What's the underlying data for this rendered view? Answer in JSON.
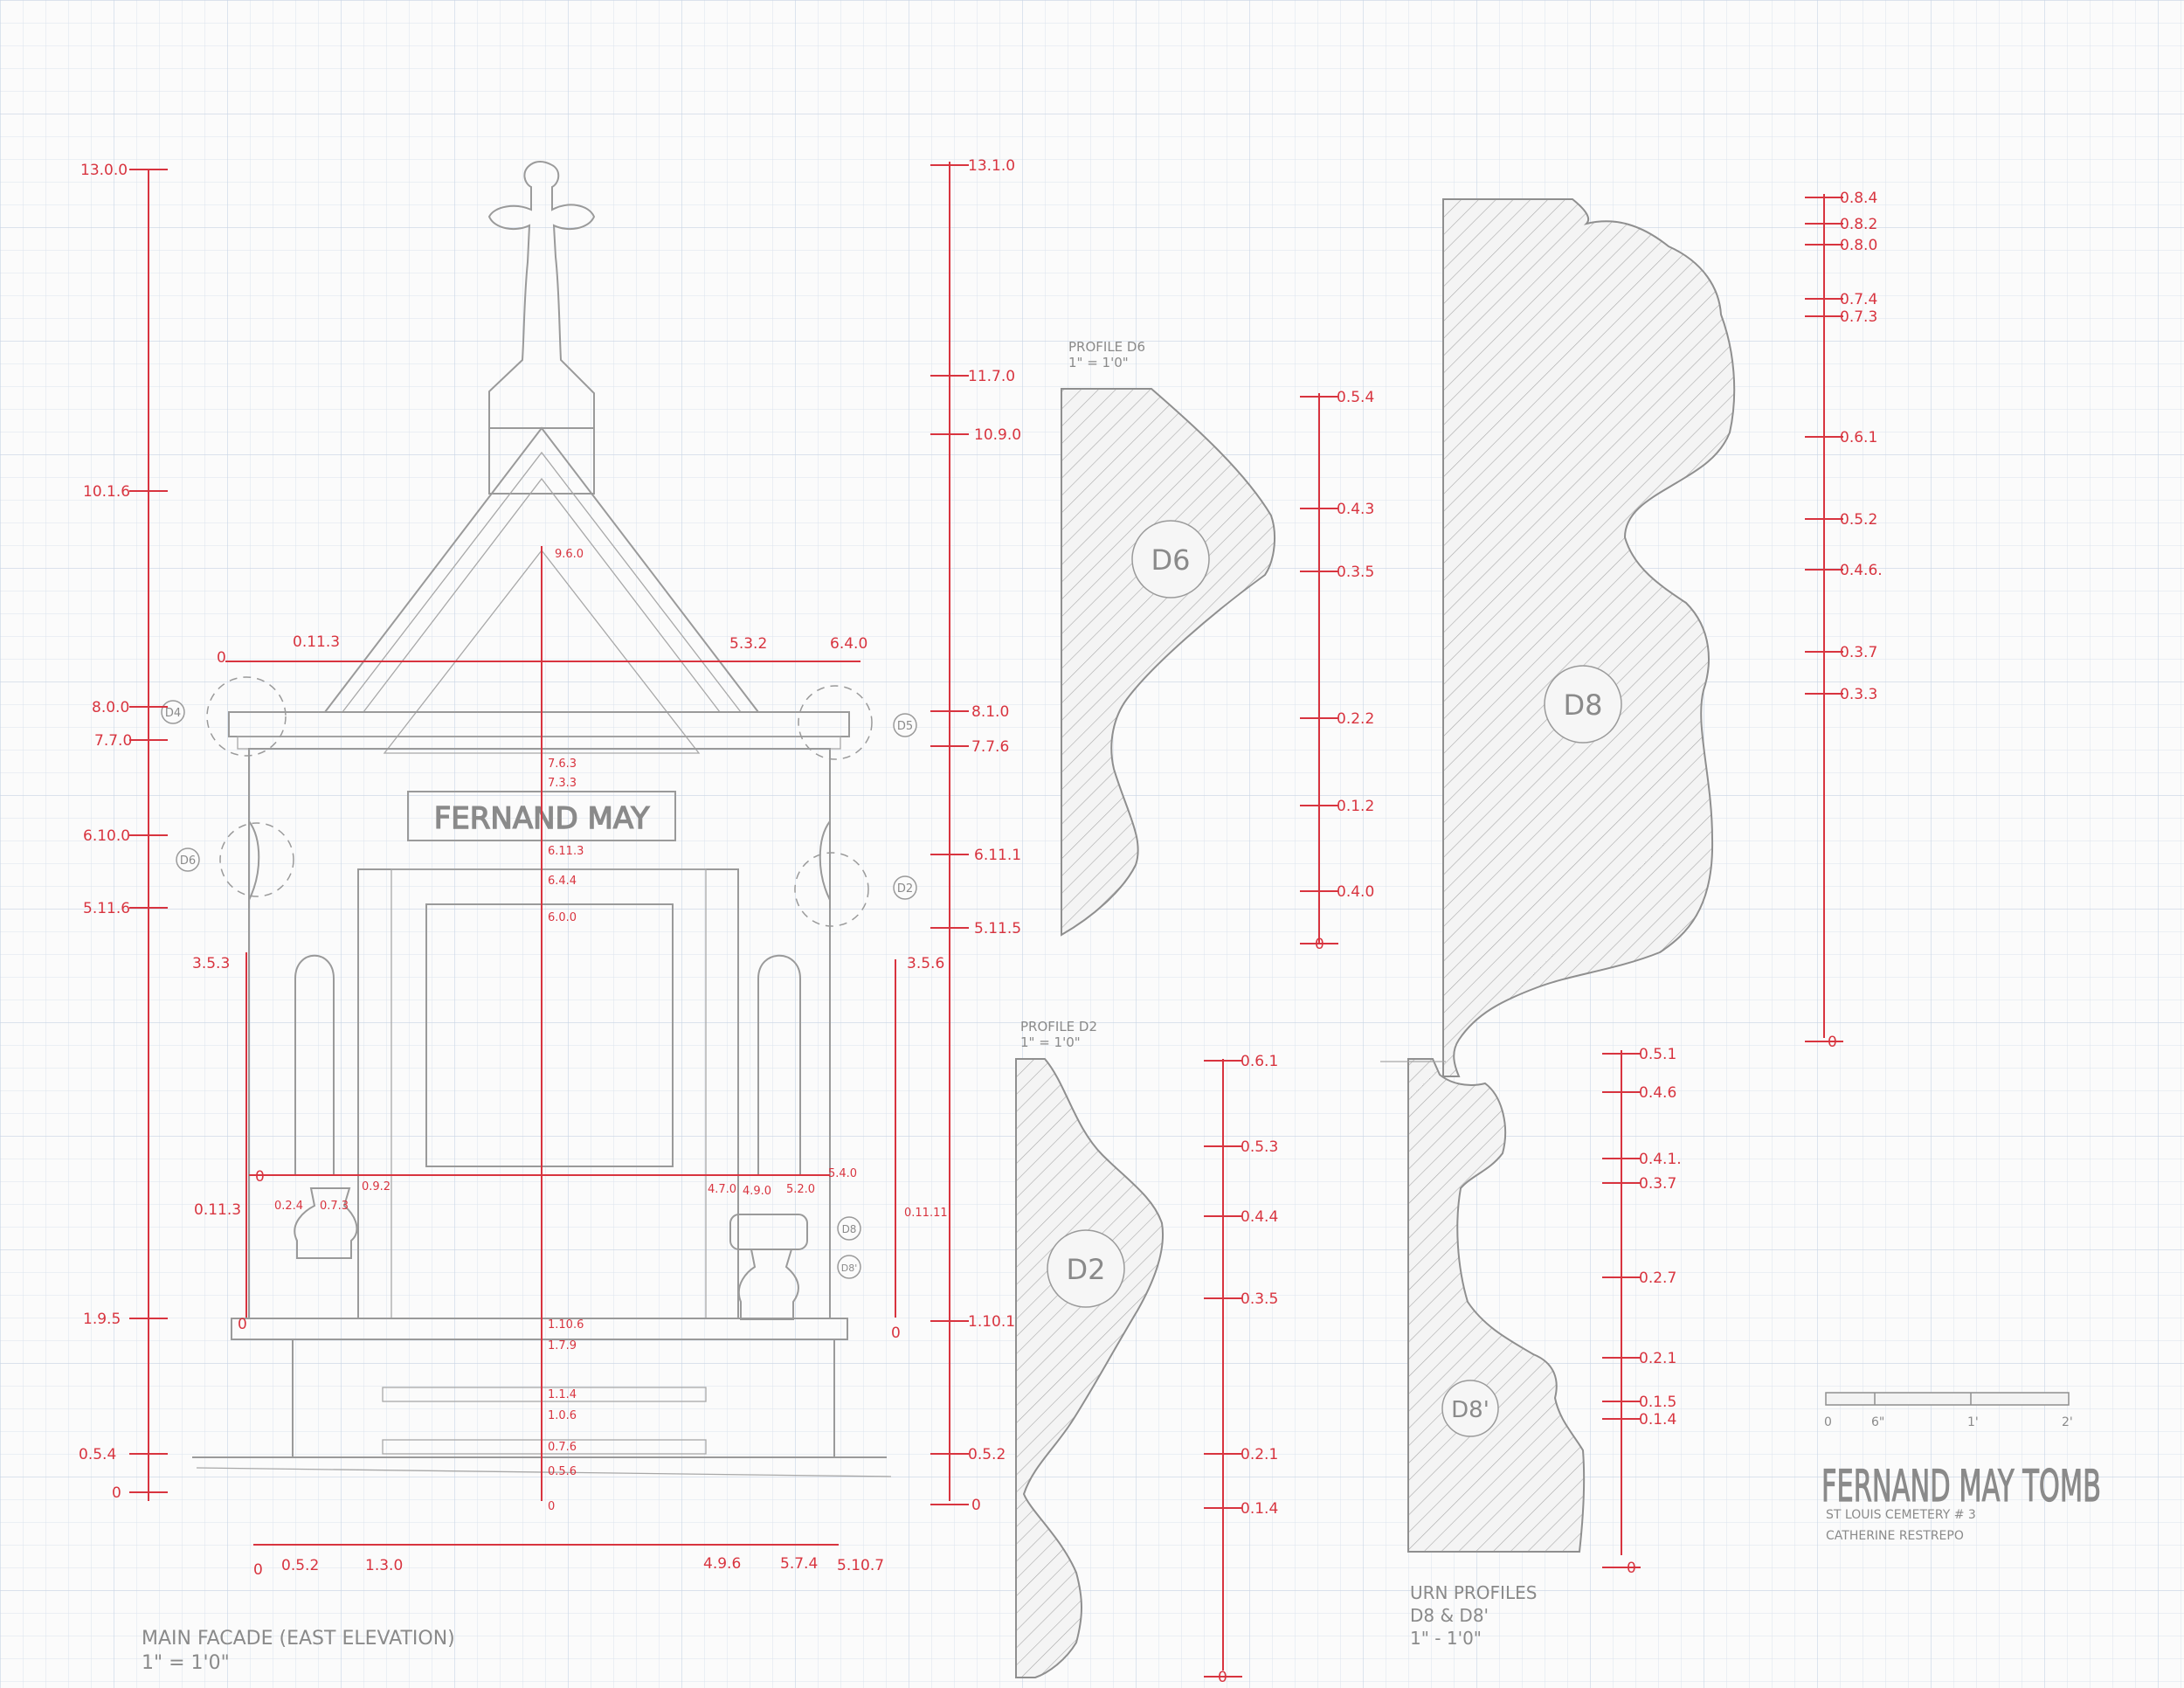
{
  "facade": {
    "name_plate": "FERNAND MAY",
    "vertical_left": [
      "13.0.0",
      "10.1.6",
      "8.0.0",
      "7.7.0",
      "6.10.0",
      "5.11.6",
      "1.9.5",
      "0.5.4",
      "0"
    ],
    "vertical_right": [
      "13.1.0",
      "11.7.0",
      "10.9.0",
      "8.1.0",
      "7.7.6",
      "6.11.1",
      "5.11.5",
      "1.10.1",
      "0.5.2",
      "0"
    ],
    "center_stack": [
      "9.6.0",
      "7.6.3",
      "7.3.3",
      "6.11.3",
      "6.4.4",
      "6.0.0",
      "1.10.6",
      "1.7.9",
      "1.1.4",
      "1.0.6",
      "0.7.6",
      "0.5.6",
      "0"
    ],
    "top_horizontal": [
      "0",
      "0.11.3",
      "5.3.2",
      "6.4.0"
    ],
    "bottom_horizontal": [
      "0",
      "0.5.2",
      "1.3.0",
      "4.9.6",
      "5.7.4",
      "5.10.7"
    ],
    "left_side": [
      "3.5.3",
      "0",
      "0.11.3",
      "0",
      "0.2.4",
      "0.7.3",
      "0.9.2"
    ],
    "right_side": [
      "3.5.6",
      "0",
      "0.11.11",
      "4.7.0",
      "4.9.0",
      "5.2.0",
      "5.4.0"
    ],
    "callouts_left": [
      "D4",
      "D6"
    ],
    "callouts_right": [
      "D5",
      "D2",
      "D8",
      "D8'"
    ],
    "title_line1": "MAIN FACADE (EAST ELEVATION)",
    "title_line2": "1\" = 1'0\""
  },
  "profile_d6": {
    "title_line1": "PROFILE D6",
    "title_line2": "1\" = 1'0\"",
    "label": "D6",
    "ticks": [
      "0.5.4",
      "0.4.3",
      "0.3.5",
      "0.2.2",
      "0.1.2",
      "0.4.0",
      "0"
    ]
  },
  "profile_d8": {
    "label": "D8",
    "ticks": [
      "0.8.4",
      "0.8.2",
      "0.8.0",
      "0.7.4",
      "0.7.3",
      "0.6.1",
      "0.5.2",
      "0.4.6.",
      "0.3.7",
      "0.3.3",
      "0"
    ]
  },
  "profile_d2": {
    "title_line1": "PROFILE D2",
    "title_line2": "1\" = 1'0\"",
    "label": "D2",
    "ticks": [
      "0.6.1",
      "0.5.3",
      "0.4.4",
      "0.3.5",
      "0.2.1",
      "0.1.4",
      "0"
    ]
  },
  "urn": {
    "label": "D8'",
    "ticks": [
      "0.5.1",
      "0.4.6",
      "0.4.1.",
      "0.3.7",
      "0.2.7",
      "0.2.1",
      "0.1.5",
      "0.1.4",
      "0"
    ],
    "title_line1": "URN PROFILES",
    "title_line2": "D8 & D8'",
    "title_line3": "1\" - 1'0\""
  },
  "scale_bar": {
    "labels": [
      "0",
      "6\"",
      "1'",
      "2'"
    ]
  },
  "title_block": {
    "title": "FERNAND MAY TOMB",
    "subtitle": "ST LOUIS CEMETERY # 3",
    "author": "CATHERINE RESTREPO"
  },
  "colors": {
    "dimension_red": "#d8343f",
    "pencil_grey": "#8a8a8a",
    "grid_blue": "#c8d4e4"
  }
}
